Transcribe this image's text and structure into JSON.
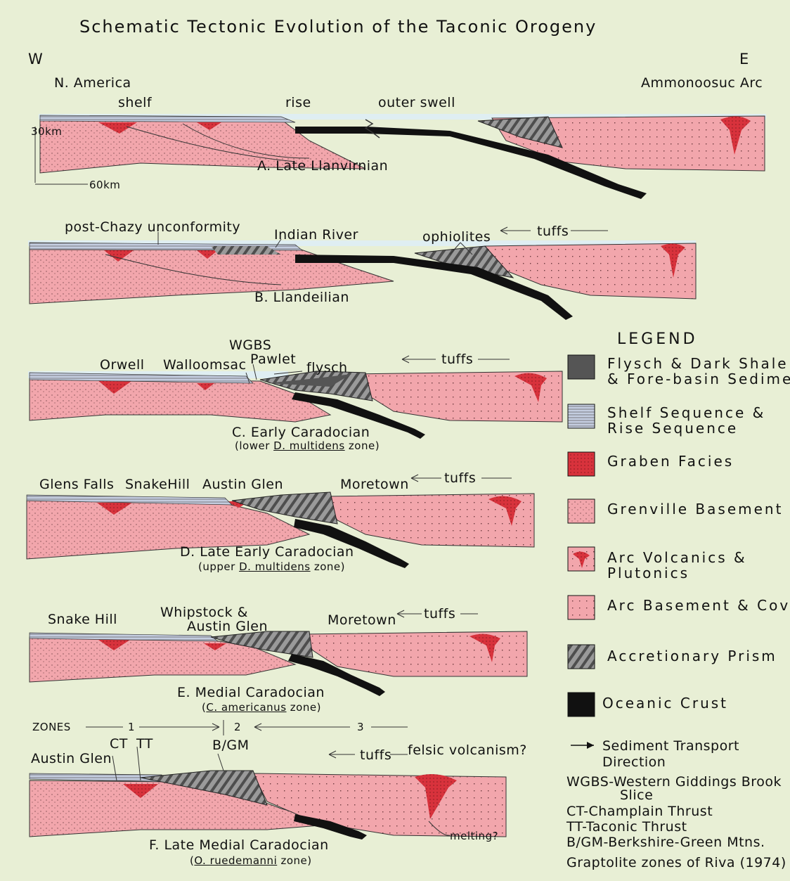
{
  "title": "Schematic Tectonic Evolution of the Taconic Orogeny",
  "compass": {
    "west": "W",
    "east": "E"
  },
  "labels_top": {
    "left": "N. America",
    "right": "Ammonoosuc Arc"
  },
  "scale": {
    "vertical": "30km",
    "horizontal": "60km"
  },
  "panels": [
    {
      "id": "A",
      "caption": "A. Late Llanvirnian",
      "labels": [
        "shelf",
        "rise",
        "outer swell"
      ]
    },
    {
      "id": "B",
      "caption": "B. Llandeilian",
      "labels": [
        "post-Chazy unconformity",
        "Indian River",
        "ophiolites",
        "tuffs"
      ]
    },
    {
      "id": "C",
      "caption": "C. Early Caradocian",
      "subcaption_pre": "(lower ",
      "subcaption_zone": "D. multidens",
      "subcaption_post": " zone)",
      "labels": [
        "WGBS",
        "Orwell",
        "Walloomsac",
        "Pawlet",
        "flysch",
        "tuffs"
      ]
    },
    {
      "id": "D",
      "caption": "D. Late Early Caradocian",
      "subcaption_pre": "(upper ",
      "subcaption_zone": "D. multidens",
      "subcaption_post": " zone)",
      "labels": [
        "Glens Falls",
        "SnakeHill",
        "Austin Glen",
        "Moretown",
        "tuffs"
      ]
    },
    {
      "id": "E",
      "caption": "E. Medial Caradocian",
      "subcaption_pre": "(",
      "subcaption_zone": "C. americanus",
      "subcaption_post": " zone)",
      "labels": [
        "Snake Hill",
        "Whipstock &",
        "Austin Glen",
        "Moretown",
        "tuffs"
      ]
    },
    {
      "id": "F",
      "caption": "F. Late Medial Caradocian",
      "subcaption_pre": "(",
      "subcaption_zone": "O. ruedemanni",
      "subcaption_post": " zone)",
      "labels": [
        "Austin Glen",
        "CT",
        "TT",
        "B/GM",
        "tuffs",
        "felsic volcanism?",
        "melting?"
      ]
    }
  ],
  "zones": {
    "label": "ZONES",
    "z1": "1",
    "z2": "2",
    "z3": "3"
  },
  "legend": {
    "heading": "LEGEND",
    "items": [
      {
        "line1": "Flysch & Dark Shale",
        "line2": "& Fore-basin Sediments",
        "swatch": "flysch"
      },
      {
        "line1": "Shelf Sequence &",
        "line2": "Rise Sequence",
        "swatch": "shelf"
      },
      {
        "line1": "Graben Facies",
        "line2": "",
        "swatch": "graben"
      },
      {
        "line1": "Grenville Basement",
        "line2": "",
        "swatch": "grenville"
      },
      {
        "line1": "Arc Volcanics &",
        "line2": "Plutonics",
        "swatch": "arcvolc"
      },
      {
        "line1": "Arc Basement & Cover",
        "line2": "",
        "swatch": "arcbase"
      },
      {
        "line1": "Accretionary Prism",
        "line2": "",
        "swatch": "prism"
      },
      {
        "line1": "Oceanic Crust",
        "line2": "",
        "swatch": "oceanic"
      }
    ],
    "transport_1": "Sediment Transport",
    "transport_2": "Direction",
    "abbrev": [
      "WGBS-Western Giddings Brook",
      "Slice",
      "CT-Champlain Thrust",
      "TT-Taconic Thrust",
      "B/GM-Berkshire-Green Mtns.",
      "Graptolite zones of Riva (1974)"
    ]
  },
  "colors": {
    "background": "#e8efd5",
    "basement_pink": "#f2a6ac",
    "graben_red": "#d8323c",
    "oceanic_black": "#111111",
    "flysch_gray": "#555555",
    "shelf_blue": "#a9b8d2",
    "sea": "#dfeef2"
  }
}
